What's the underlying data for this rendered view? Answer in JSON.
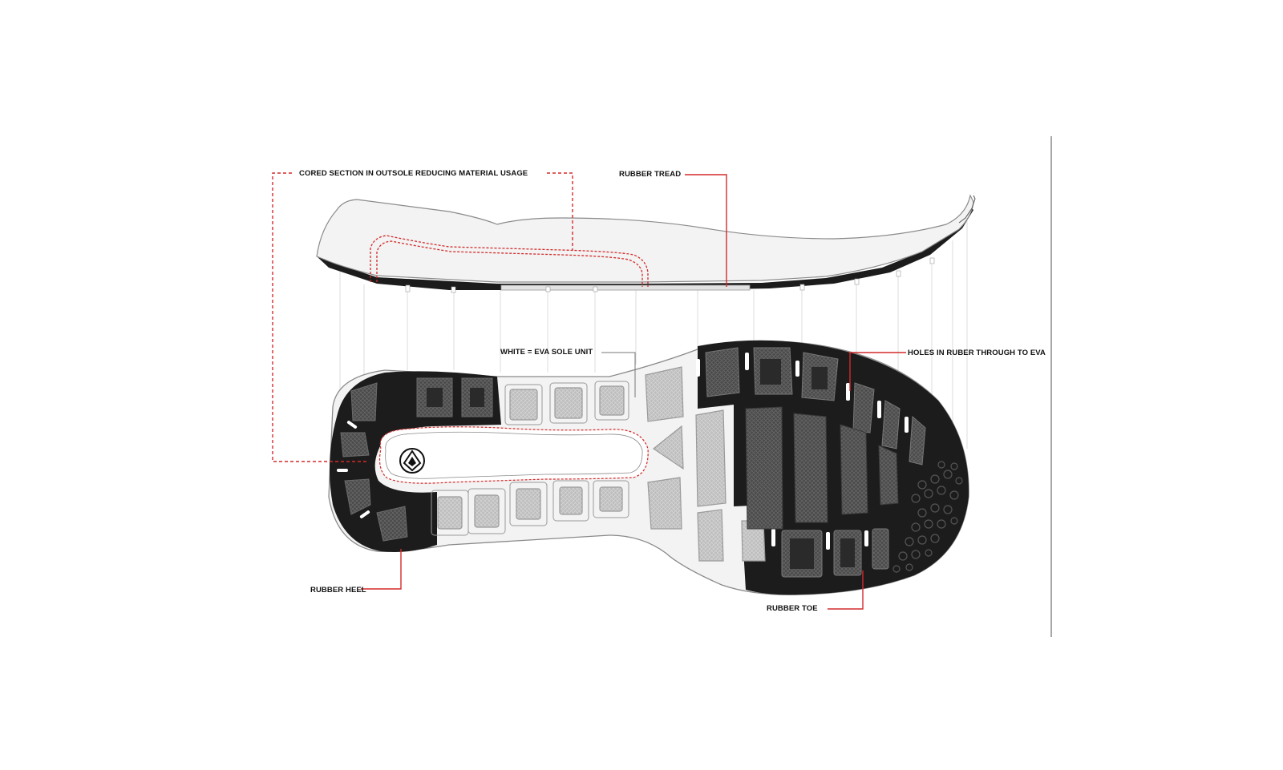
{
  "callouts": {
    "cored": "CORED SECTION IN OUTSOLE REDUCING MATERIAL USAGE",
    "tread": "RUBBER TREAD",
    "eva": "WHITE  = EVA SOLE UNIT",
    "holes": "HOLES IN RUBER THROUGH TO EVA",
    "heel": "RUBBER HEEL",
    "toe": "RUBBER TOE"
  },
  "colors": {
    "leader_red": "#d42a2a",
    "rubber": "#1c1c1c",
    "eva": "#f3f3f3",
    "outline": "#8a8a8a",
    "divider": "#a8a8a8"
  },
  "icons": {
    "logo": "volcom-stone-logo"
  }
}
